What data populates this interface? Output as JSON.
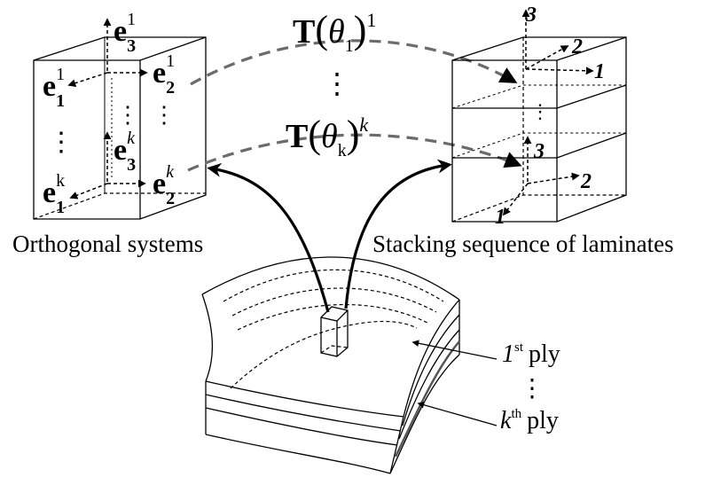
{
  "captions": {
    "left": "Orthogonal systems",
    "right": "Stacking sequence of laminates"
  },
  "transforms": {
    "top": {
      "base": "T",
      "angle": "θ",
      "sub": "1",
      "sup": "1"
    },
    "bottom": {
      "base": "T",
      "angle": "θ",
      "sub": "k",
      "sup": "k"
    },
    "dots": "⋮"
  },
  "left_box": {
    "e3_top": {
      "base": "e",
      "sub": "3",
      "sup": "1"
    },
    "e1_top": {
      "base": "e",
      "sub": "1",
      "sup": "1"
    },
    "e2_top": {
      "base": "e",
      "sub": "2",
      "sup": "1"
    },
    "e3_bottom": {
      "base": "e",
      "sub": "3",
      "sup": "k"
    },
    "e1_bottom": {
      "base": "e",
      "sub": "1",
      "sup": "k"
    },
    "e2_bottom": {
      "base": "e",
      "sub": "2",
      "sup": "k"
    },
    "dots": "⋮"
  },
  "right_box": {
    "top_axes": [
      "3",
      "2",
      "1"
    ],
    "bottom_axes": [
      "3",
      "2",
      "1"
    ],
    "dots": "⋮"
  },
  "plies": {
    "first": {
      "num": "1",
      "sup": "st",
      "word": "ply"
    },
    "kth": {
      "num": "k",
      "sup": "th",
      "word": "ply"
    },
    "dots": "⋮"
  },
  "colors": {
    "ink": "#000000",
    "connector": "#6b6b6b",
    "background": "#ffffff"
  }
}
